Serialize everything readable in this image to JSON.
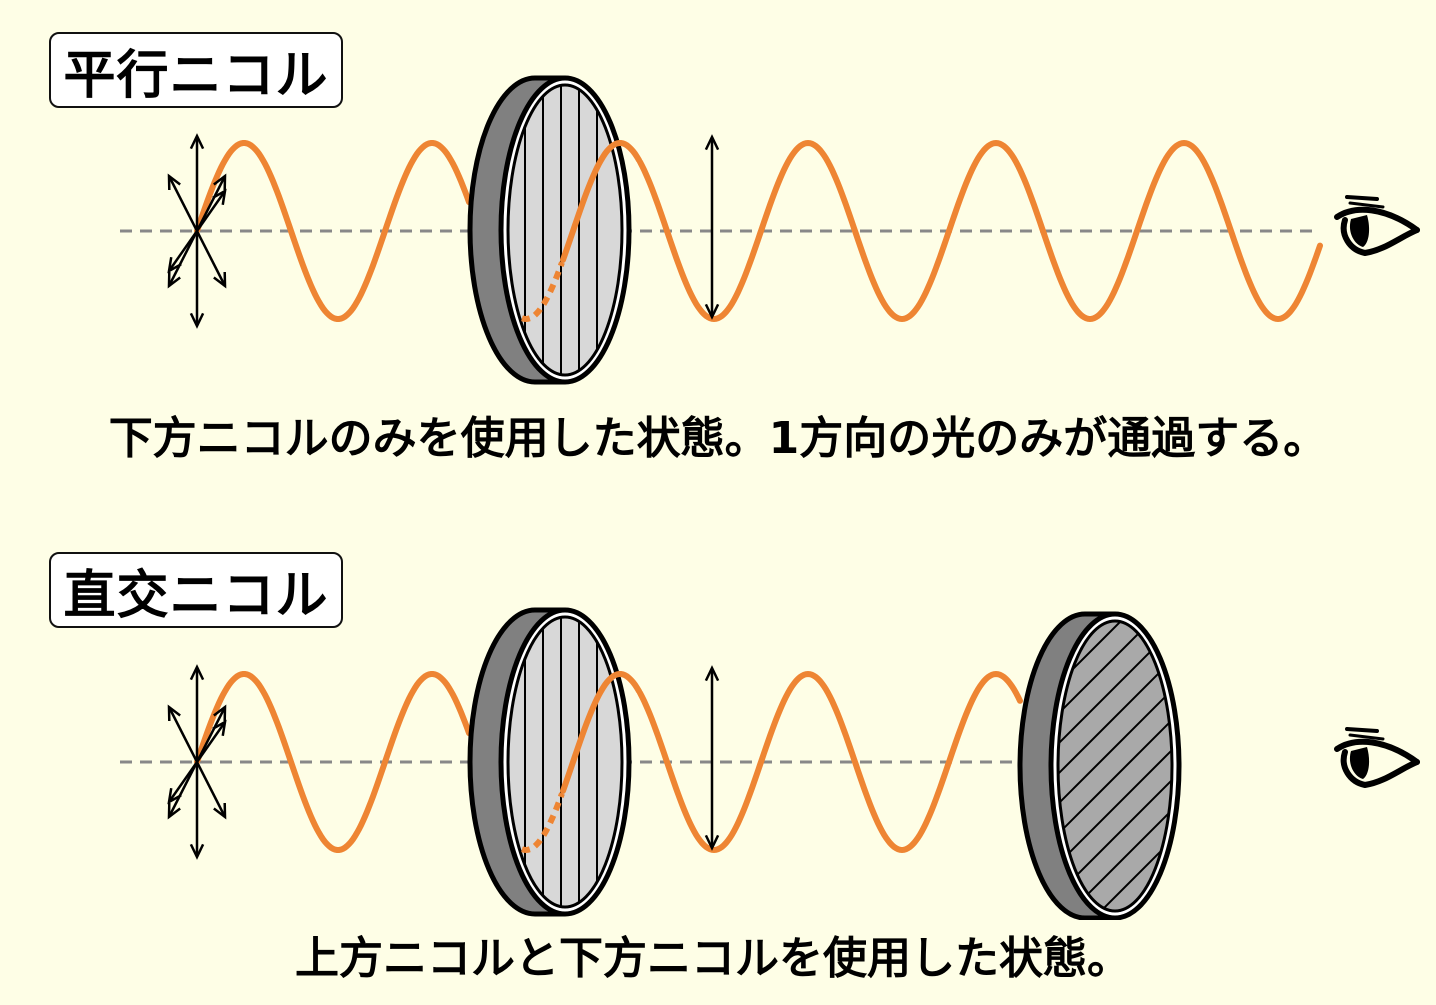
{
  "parallel": {
    "title": "平行ニコル",
    "caption": "下方ニコルのみを使用した状態。1方向の光のみが通過する。"
  },
  "crossed": {
    "title": "直交ニコル",
    "caption": "上方ニコルと下方ニコルを使用した状態。"
  },
  "colors": {
    "background": "#fefee6",
    "wave": "#ee8533",
    "axis": "#888888",
    "polarizer_rim": "#808080",
    "polarizer_face_lower": "#d8d8d8",
    "polarizer_face_upper": "#a9a9a9"
  },
  "icons": [
    "eye-icon",
    "polarization-arrows-icon",
    "polarizer-filter"
  ]
}
